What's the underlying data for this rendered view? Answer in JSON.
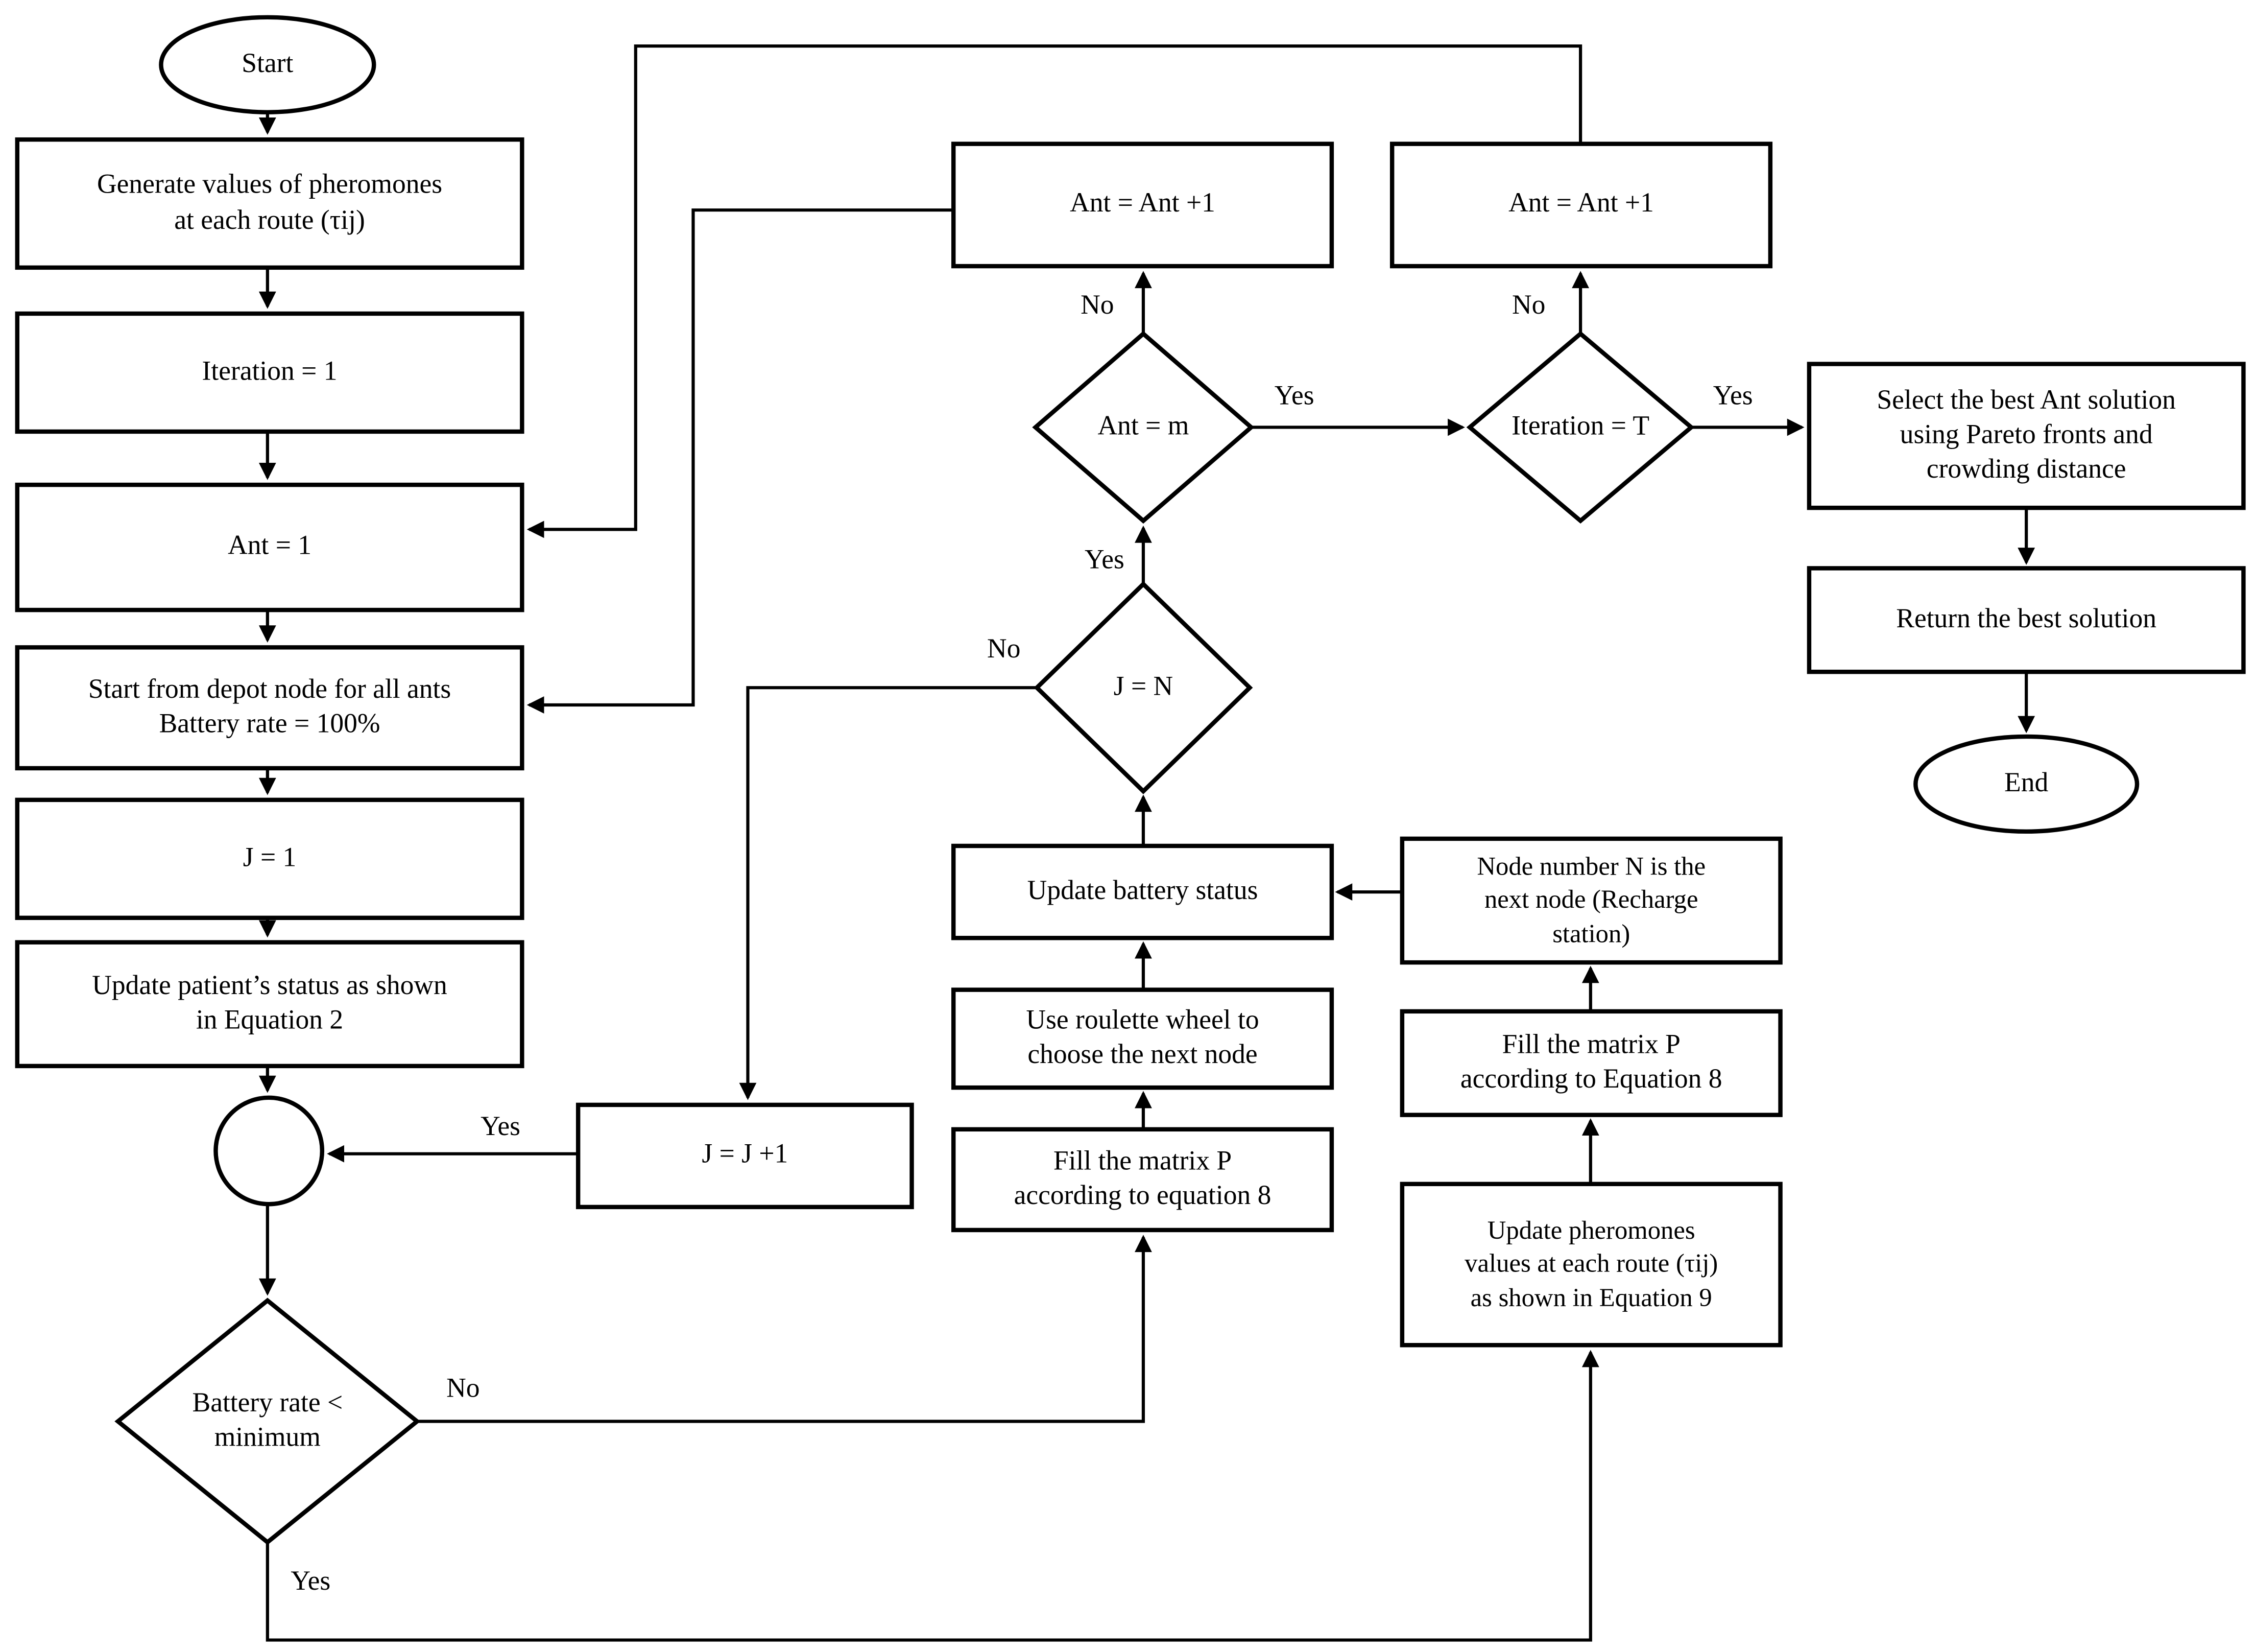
{
  "diagram_colors": {
    "stroke": "#000000",
    "fill": "#ffffff",
    "background": "#ffffff"
  },
  "nodes": {
    "start": "Start",
    "generate": "Generate values of pheromones\nat each route (τij)",
    "iteration": "Iteration = 1",
    "ant1": "Ant = 1",
    "depot": "Start from depot node for all ants\nBattery rate = 100%",
    "j1": "J = 1",
    "update_patient": "Update patient’s status as shown\nin Equation 2",
    "battery": "Battery rate <\nminimum",
    "jj1": "J = J +1",
    "ant_plus_mid": "Ant = Ant +1",
    "ant_plus_right": "Ant = Ant +1",
    "ant_m": "Ant = m",
    "iter_t": "Iteration = T",
    "jn": "J = N",
    "select_best": "Select the best Ant solution\nusing Pareto fronts and\ncrowding distance",
    "return_best": "Return the best solution",
    "end": "End",
    "update_battery": "Update battery status",
    "node_number": "Node number N is the\nnext node (Recharge\nstation)",
    "roulette": "Use roulette wheel to\nchoose the next node",
    "fillp_mid": "Fill the matrix P\naccording to equation 8",
    "fillp_right": "Fill the matrix P\naccording to Equation 8",
    "update_pher": "Update pheromones\nvalues at each route (τij)\nas shown in Equation 9"
  },
  "edge_labels": {
    "antm_no": "No",
    "antm_yes": "Yes",
    "itert_no": "No",
    "itert_yes": "Yes",
    "jn_no": "No",
    "jn_yes": "Yes",
    "jj1_yes": "Yes",
    "battery_no": "No",
    "battery_yes": "Yes"
  }
}
